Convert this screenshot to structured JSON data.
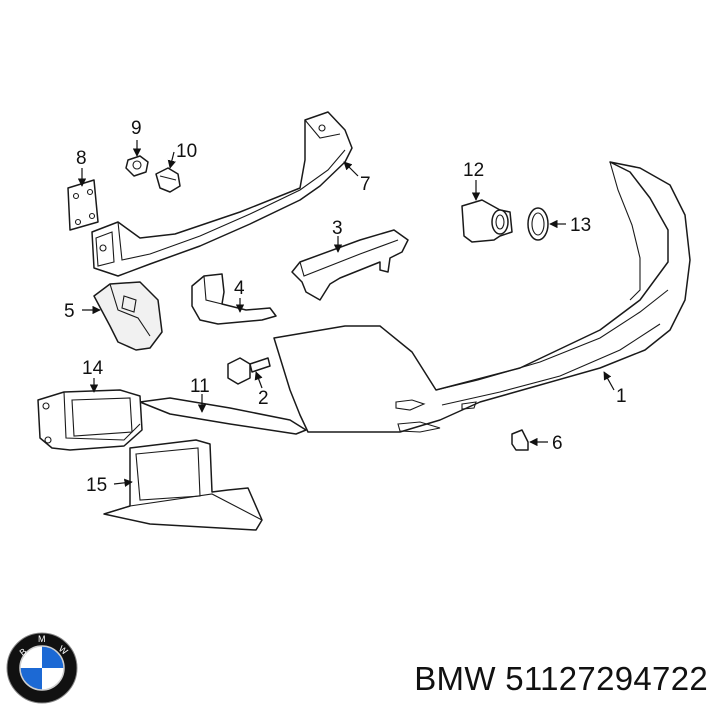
{
  "callouts": {
    "c1": "1",
    "c2": "2",
    "c3": "3",
    "c4": "4",
    "c5": "5",
    "c6": "6",
    "c7": "7",
    "c8": "8",
    "c9": "9",
    "c10": "10",
    "c11": "11",
    "c12": "12",
    "c13": "13",
    "c14": "14",
    "c15": "15"
  },
  "brand": {
    "logo_letters": "BMW",
    "part_text": "BMW 51127294722",
    "logo_colors": {
      "blue": "#1c69d4",
      "black": "#111111",
      "white": "#ffffff"
    }
  }
}
